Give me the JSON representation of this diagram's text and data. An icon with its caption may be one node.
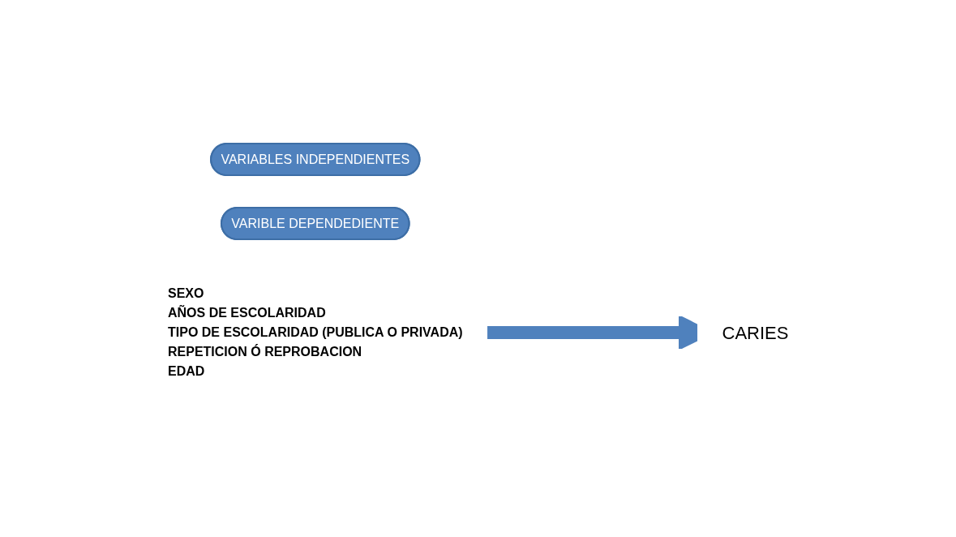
{
  "diagram": {
    "nodes": [
      {
        "text": [
          "VARIABLES INDEPENDIENTES"
        ]
      },
      {
        "text": [
          "VARIBLE DEPENDEDIENTE"
        ]
      },
      {
        "text": [
          "SEXO",
          "AÑOS DE ESCOLARIDAD",
          "TIPO DE ESCOLARIDAD (PUBLICA O PRIVADA)",
          "REPETICION Ó REPROBACION",
          "EDAD"
        ]
      },
      {
        "text": [
          "CARIES"
        ]
      }
    ],
    "edges": [
      {
        "from": 2,
        "to": 3,
        "arrow": "to"
      }
    ]
  }
}
